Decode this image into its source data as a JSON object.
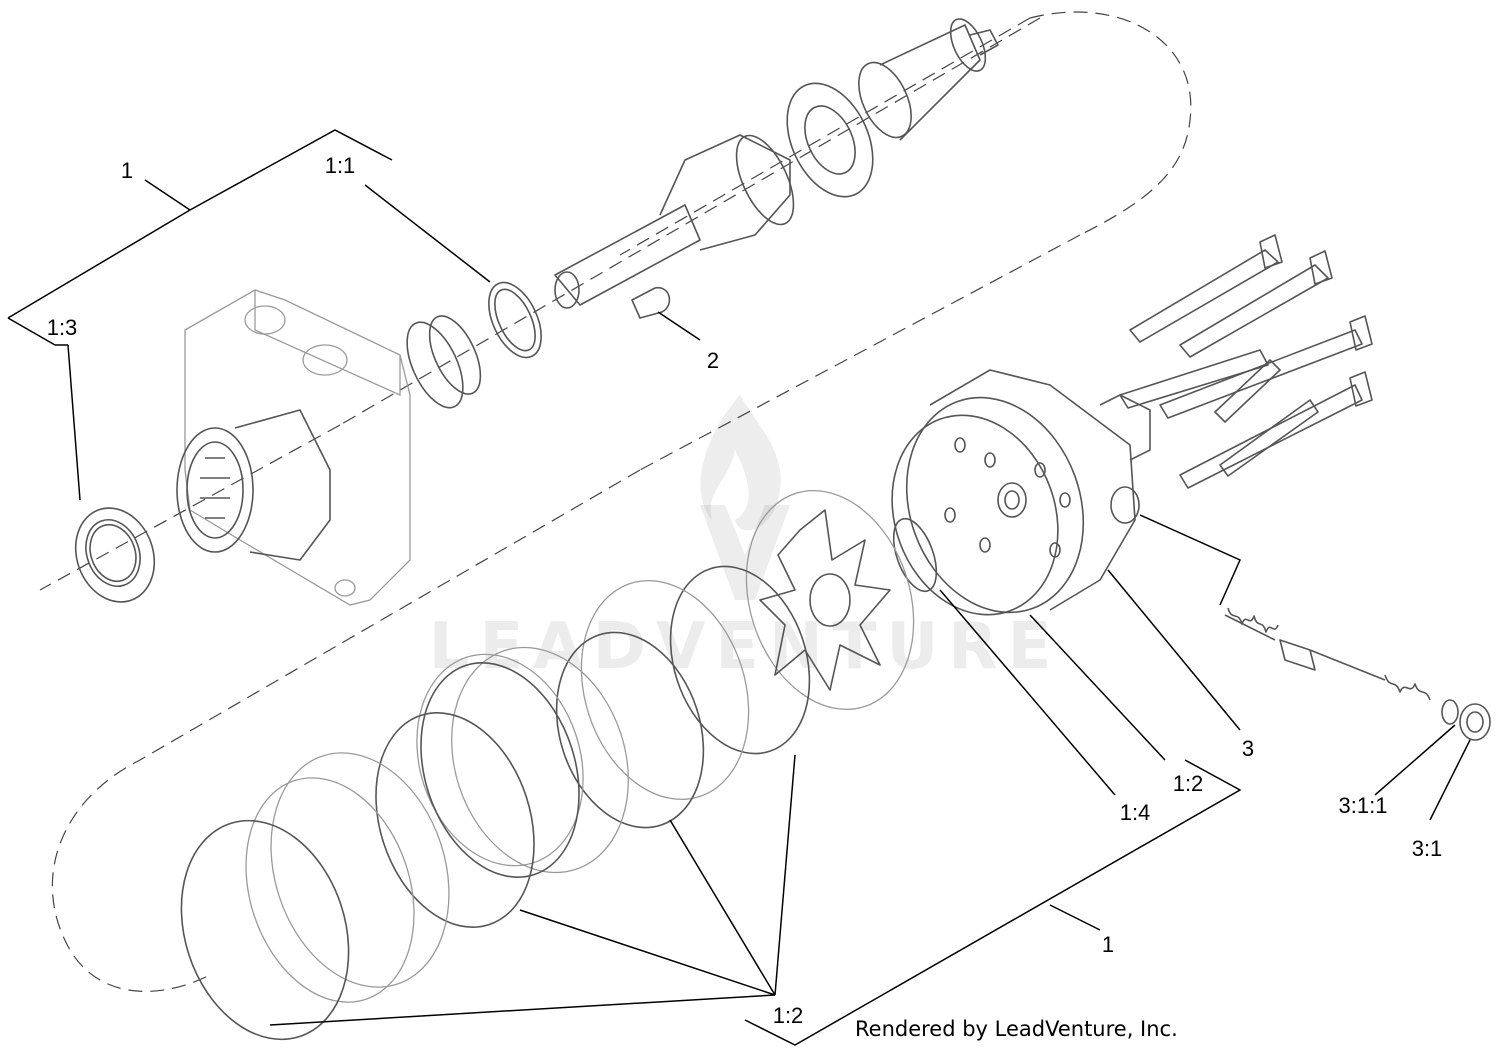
{
  "callouts": {
    "c1_top": "1",
    "c1_1": "1:1",
    "c1_3": "1:3",
    "c2": "2",
    "c3": "3",
    "c1_2_right": "1:2",
    "c1_4": "1:4",
    "c3_1_1": "3:1:1",
    "c3_1": "3:1",
    "c1_bottom": "1",
    "c1_2_bottom": "1:2"
  },
  "footer": {
    "credit": "Rendered by LeadVenture, Inc."
  },
  "watermark": {
    "text": "LEADVENTURE"
  }
}
